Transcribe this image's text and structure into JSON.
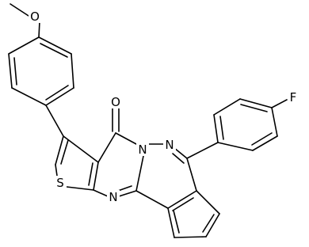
{
  "molecule": {
    "atom_labels": {
      "methoxy_oxygen": "O",
      "carbonyl_oxygen": "O",
      "fluorine": "F",
      "pyrimidine_nitrogen_ring_fusion": "N",
      "pyridazine_nitrogen": "N",
      "pyrimidine_nitrogen_lower": "N",
      "thiophene_sulfur": "S"
    }
  }
}
